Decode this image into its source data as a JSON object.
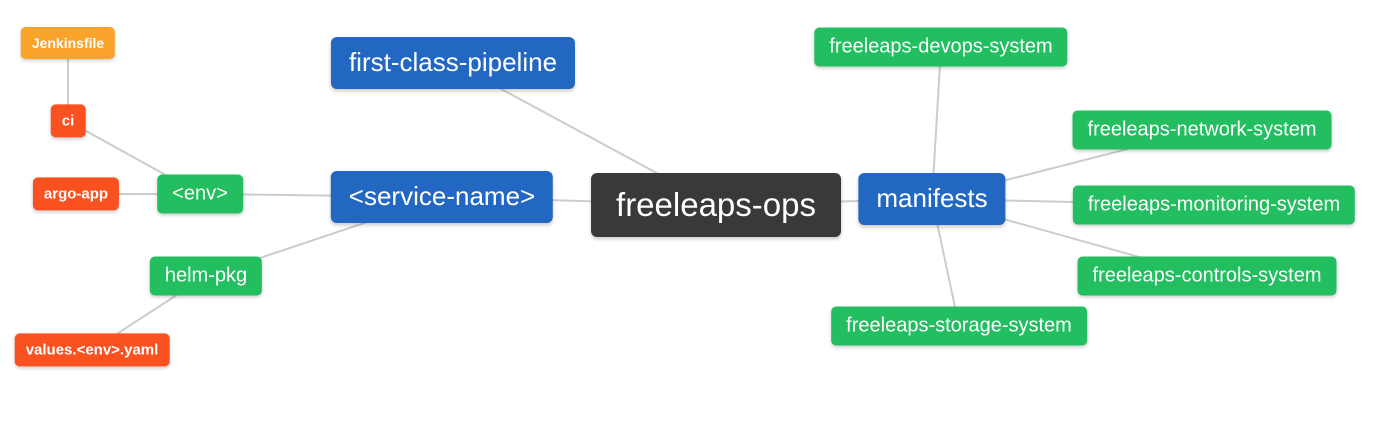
{
  "colors": {
    "background": "#FFFFFF",
    "edge": "#CCCCCC",
    "node_text": "#FFFFFF",
    "root_bg": "#3B3838",
    "branch_bg": "#2268C3",
    "section_bg": "#23BE60",
    "item_bg": "#FA5121",
    "subitem_bg": "#F9A32B"
  },
  "nodes": {
    "freeleaps_ops": {
      "label": "freeleaps-ops"
    },
    "first_class_pipeline": {
      "label": "first-class-pipeline"
    },
    "service_name": {
      "label": "<service-name>"
    },
    "manifests": {
      "label": "manifests"
    },
    "env": {
      "label": "<env>"
    },
    "helm_pkg": {
      "label": "helm-pkg"
    },
    "ci": {
      "label": "ci"
    },
    "jenkinsfile": {
      "label": "Jenkinsfile"
    },
    "argo_app": {
      "label": "argo-app"
    },
    "values_env_yaml": {
      "label": "values.<env>.yaml"
    },
    "devops_system": {
      "label": "freeleaps-devops-system"
    },
    "network_system": {
      "label": "freeleaps-network-system"
    },
    "monitoring_system": {
      "label": "freeleaps-monitoring-system"
    },
    "controls_system": {
      "label": "freeleaps-controls-system"
    },
    "storage_system": {
      "label": "freeleaps-storage-system"
    }
  },
  "edges": [
    {
      "from": "jenkinsfile",
      "to": "ci"
    },
    {
      "from": "ci",
      "to": "env"
    },
    {
      "from": "argo_app",
      "to": "env"
    },
    {
      "from": "env",
      "to": "service_name"
    },
    {
      "from": "helm_pkg",
      "to": "service_name"
    },
    {
      "from": "values_env_yaml",
      "to": "helm_pkg"
    },
    {
      "from": "first_class_pipeline",
      "to": "freeleaps_ops"
    },
    {
      "from": "service_name",
      "to": "freeleaps_ops"
    },
    {
      "from": "freeleaps_ops",
      "to": "manifests"
    },
    {
      "from": "manifests",
      "to": "devops_system"
    },
    {
      "from": "manifests",
      "to": "network_system"
    },
    {
      "from": "manifests",
      "to": "monitoring_system"
    },
    {
      "from": "manifests",
      "to": "controls_system"
    },
    {
      "from": "manifests",
      "to": "storage_system"
    }
  ]
}
